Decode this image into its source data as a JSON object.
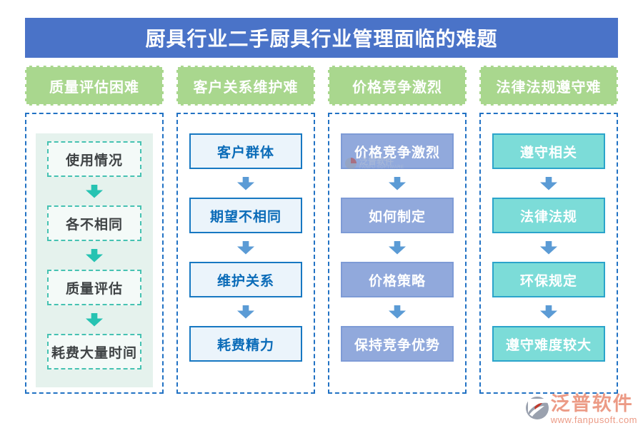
{
  "title": "厨具行业二手厨具行业管理面临的难题",
  "columns": [
    {
      "header": "质量评估困难",
      "steps": [
        "使用情况",
        "各不相同",
        "质量评估",
        "耗费大量时间"
      ]
    },
    {
      "header": "客户关系维护难",
      "steps": [
        "客户群体",
        "期望不相同",
        "维护关系",
        "耗费精力"
      ]
    },
    {
      "header": "价格竞争激烈",
      "steps": [
        "价格竞争激烈",
        "如何制定",
        "价格策略",
        "保持竞争优势"
      ]
    },
    {
      "header": "法律法规遵守难",
      "steps": [
        "遵守相关",
        "法律法规",
        "环保规定",
        "遵守难度较大"
      ]
    }
  ],
  "branding": {
    "logo_text": "泛普软件",
    "website": "www.fanpusoft.com",
    "watermark_cn": "泛普软件",
    "watermark_en": "FANPU SOFTWARE"
  },
  "colors": {
    "title_bar": "#4A73C8",
    "header_green": "#A9D78E",
    "outline_dash_blue": "#2272C4",
    "mint_panel": "#E5F2ED",
    "step_mint_border": "#46C2B2",
    "step_blue_border": "#1778C2",
    "step_blue_text": "#0A6BB8",
    "step_periwinkle": "#91A9DC",
    "step_teal": "#7CDCD8",
    "arrow_teal": "#26C3B2",
    "arrow_blue": "#5B9BD5",
    "brand_salmon": "#EC9B86"
  }
}
